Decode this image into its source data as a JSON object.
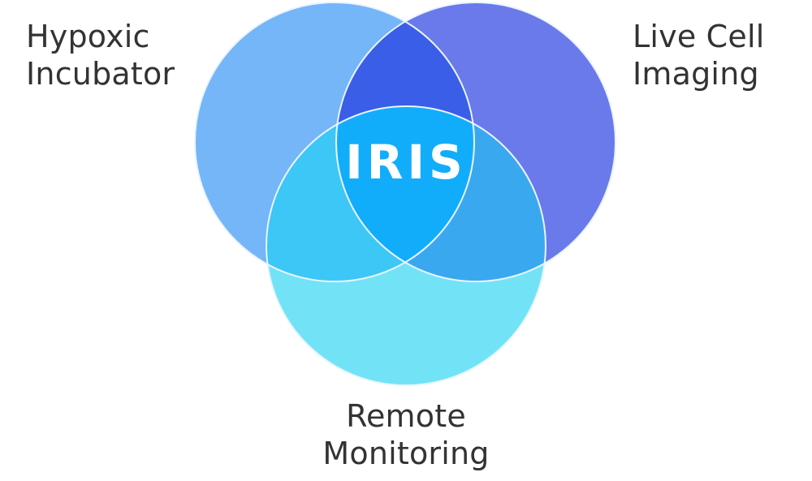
{
  "diagram": {
    "center_label": "IRIS",
    "sets": [
      {
        "key": "hypoxic",
        "label_lines": [
          "Hypoxic",
          "Incubator"
        ],
        "color": "#74B6F8"
      },
      {
        "key": "live",
        "label_lines": [
          "Live Cell",
          "Imaging"
        ],
        "color": "#6A7AEB"
      },
      {
        "key": "remote",
        "label_lines": [
          "Remote",
          "Monitoring"
        ],
        "color": "#72E3F7"
      }
    ],
    "overlap_colors": {
      "hypoxic_live": "#3A5EE8",
      "hypoxic_remote": "#3CC7F6",
      "live_remote": "#3AA8EF",
      "all": "#12ADFA"
    },
    "outline_color": "#EAF4FF"
  }
}
